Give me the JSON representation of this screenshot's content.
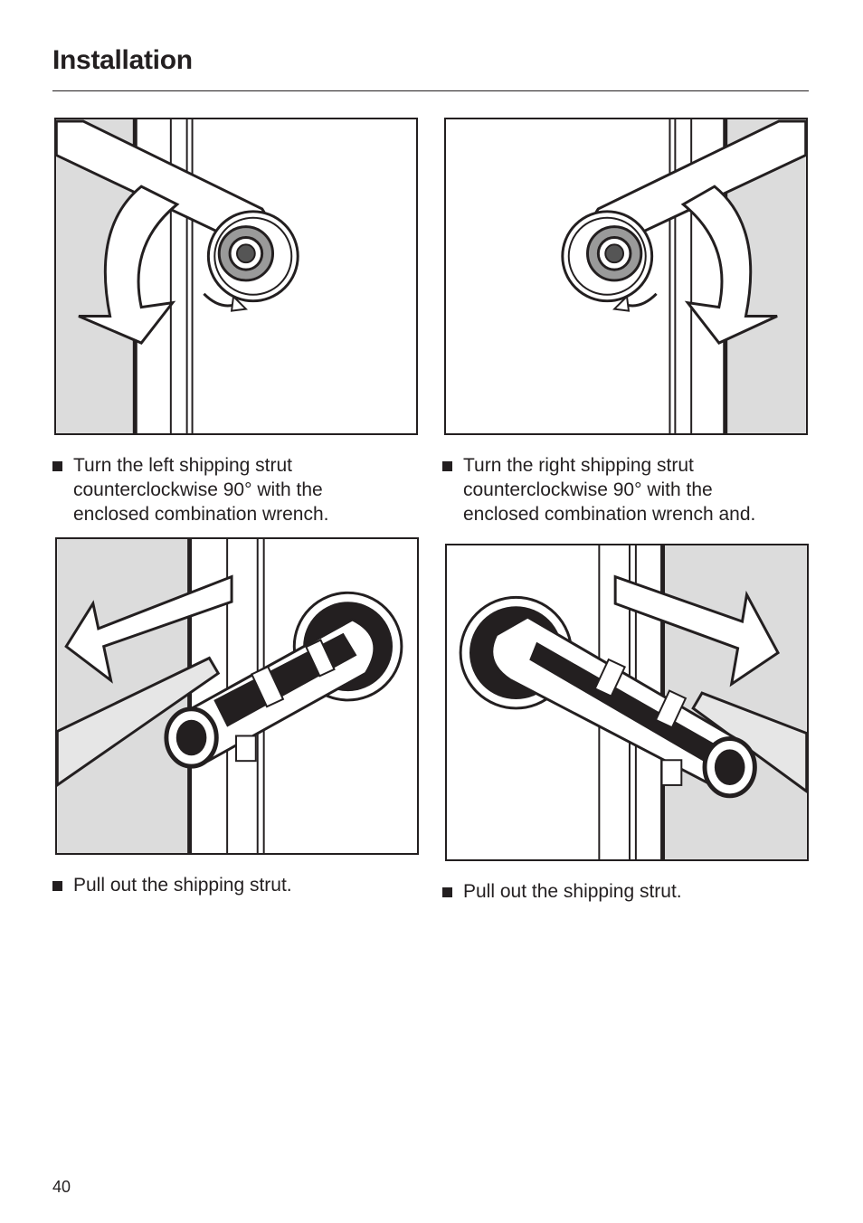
{
  "header": {
    "title": "Installation"
  },
  "steps": [
    {
      "text": "Turn the left shipping strut\ncounterclockwise 90° with the\nenclosed combination wrench."
    },
    {
      "text": "Turn the right shipping strut\ncounterclockwise 90° with the\nenclosed combination wrench and."
    },
    {
      "text": "Pull out the shipping strut."
    },
    {
      "text": "Pull out the shipping strut."
    }
  ],
  "footer": {
    "page_number": "40"
  },
  "colors": {
    "ink": "#231f20",
    "panel_grey": "#dcdcdc",
    "paper": "#ffffff"
  }
}
